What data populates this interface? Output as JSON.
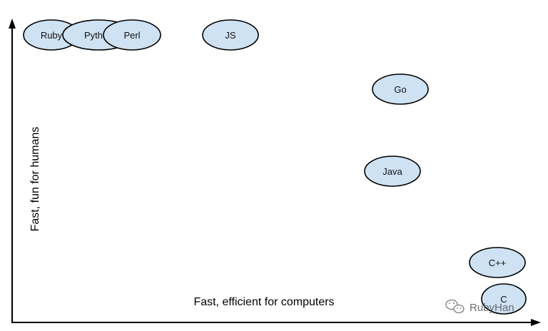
{
  "axes": {
    "y_label": "Fast, fun for humans",
    "x_label": "Fast, efficient for computers"
  },
  "bubbles": [
    {
      "label": "Ruby"
    },
    {
      "label": "Pyth"
    },
    {
      "label": "Perl"
    },
    {
      "label": "JS"
    },
    {
      "label": "Go"
    },
    {
      "label": "Java"
    },
    {
      "label": "C++"
    },
    {
      "label": "C"
    }
  ],
  "watermark": {
    "text": "RubyHan",
    "icon": "wechat-icon"
  },
  "colors": {
    "bubble_fill": "#cfe2f3",
    "bubble_stroke": "#000000",
    "axis": "#000000"
  }
}
